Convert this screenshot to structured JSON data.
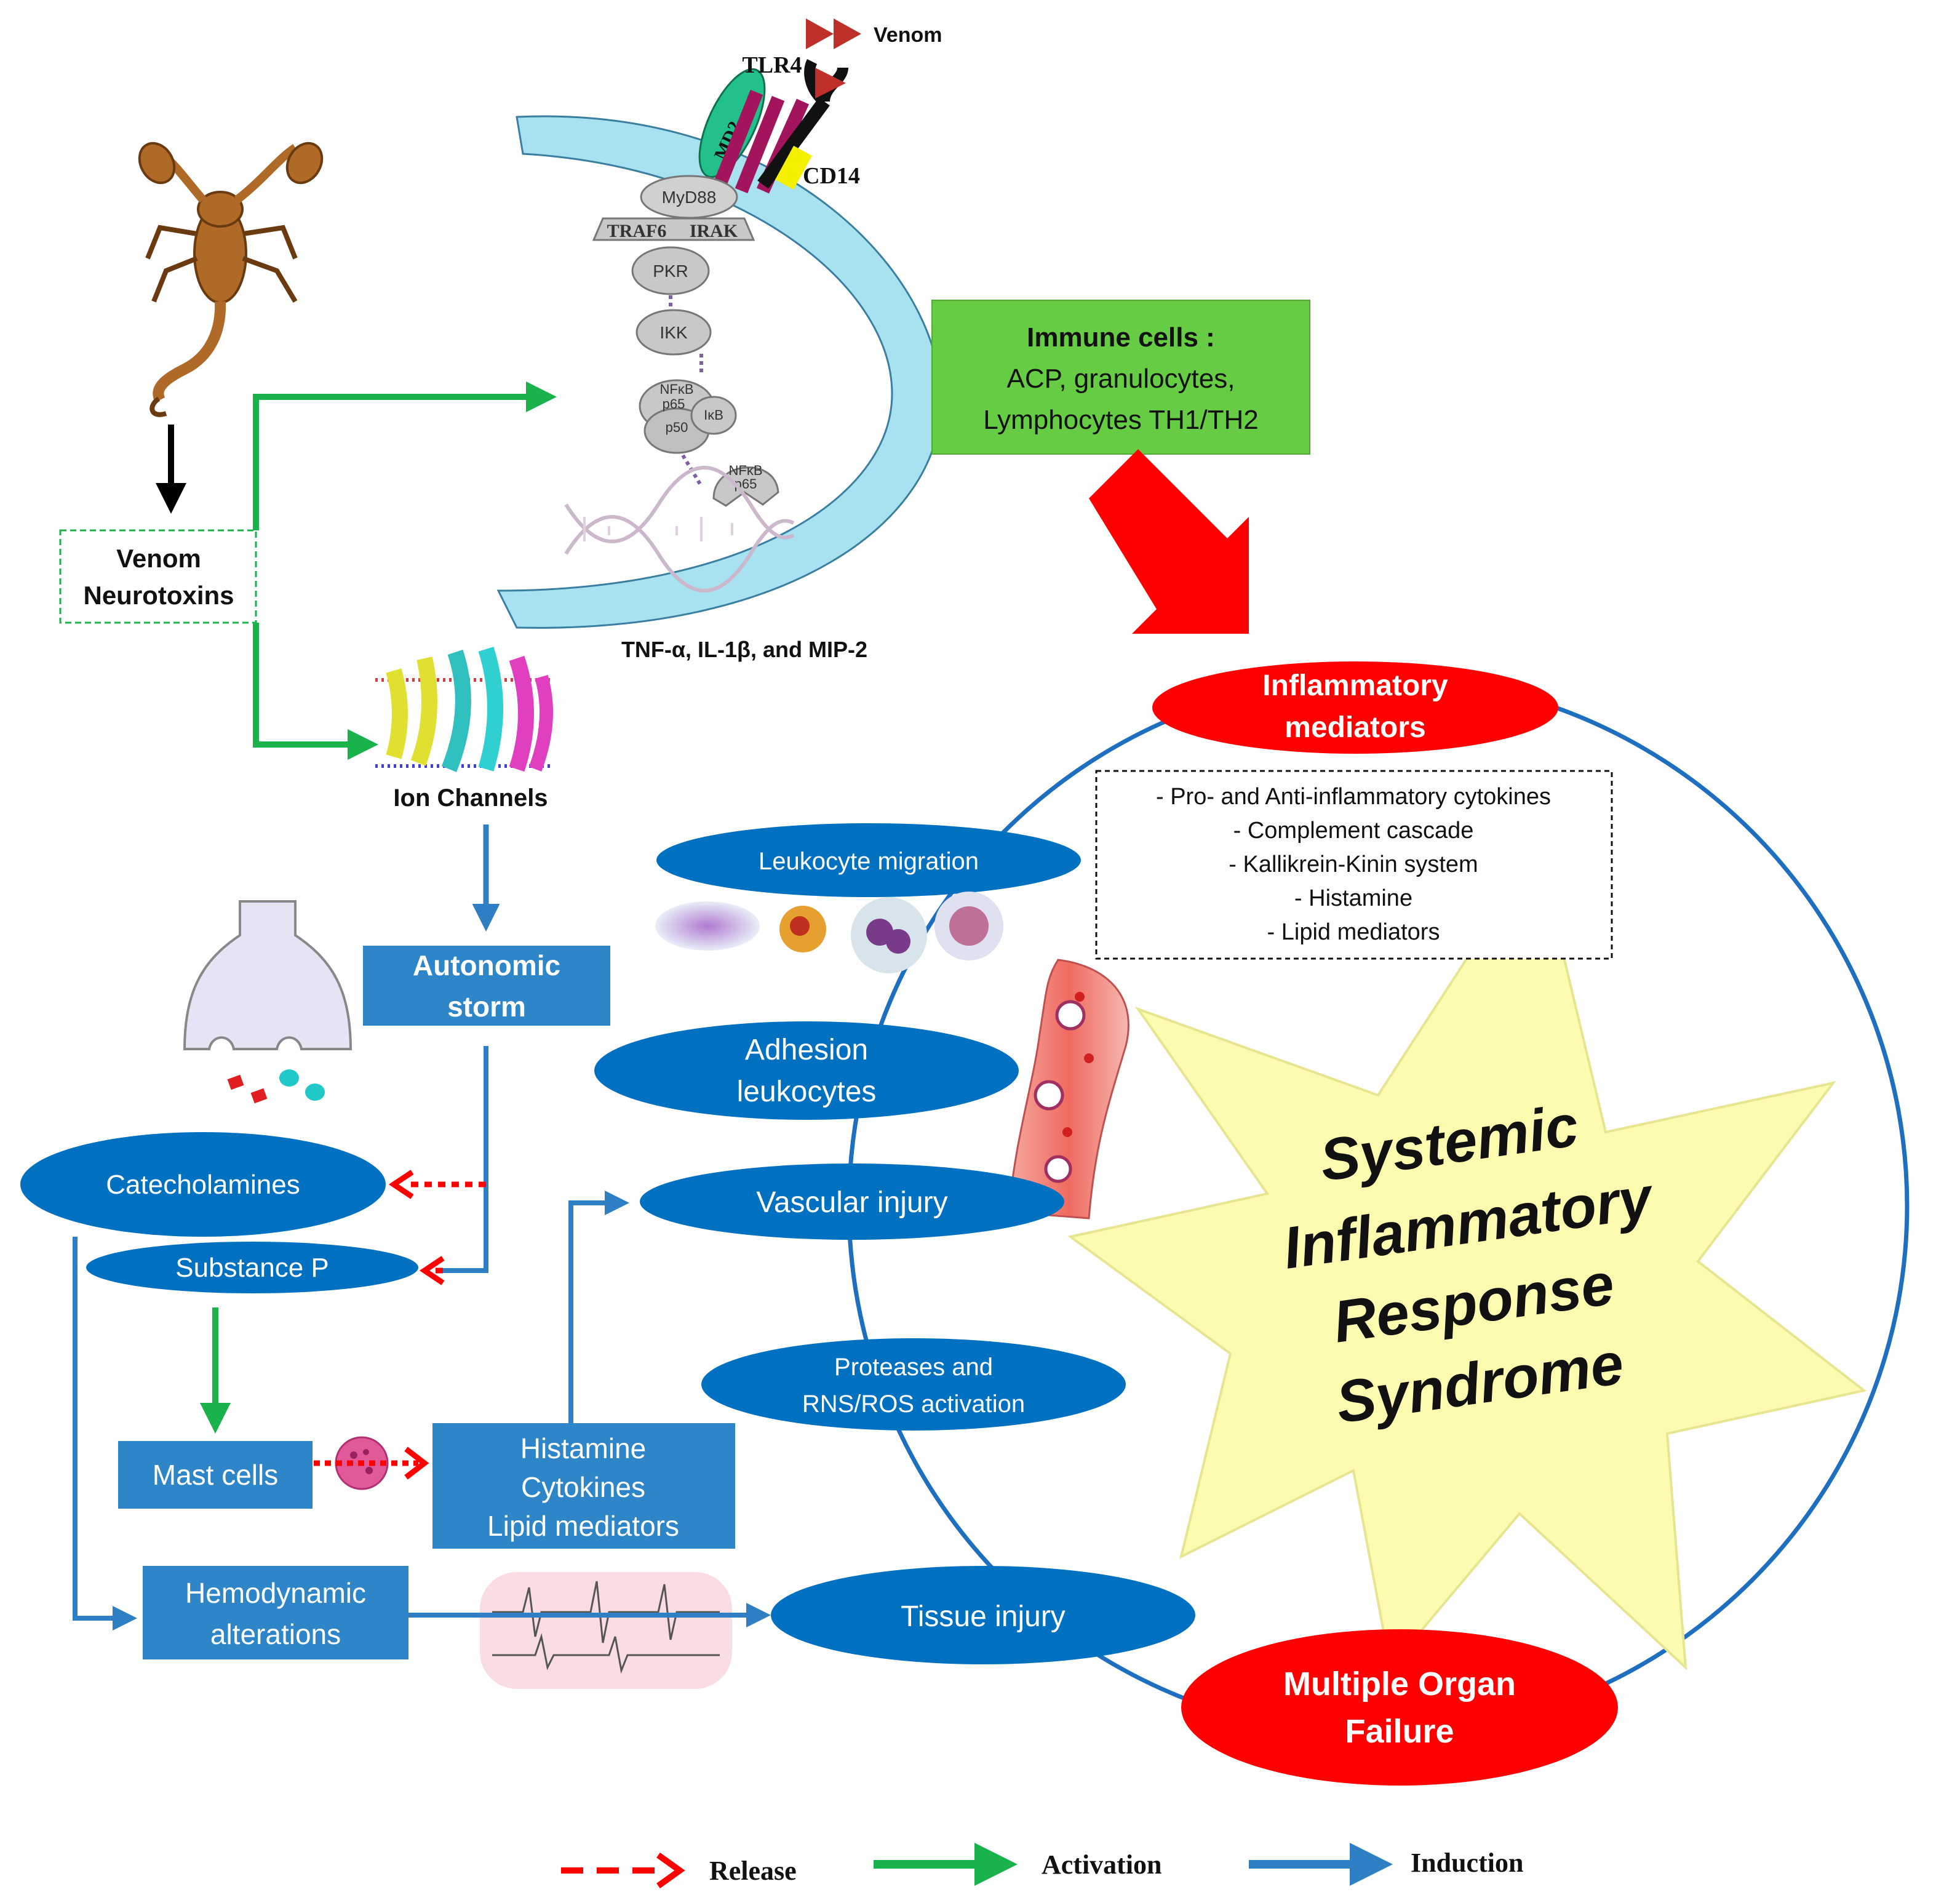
{
  "venom_label": "Venom",
  "receptor": {
    "tlr4": "TLR4",
    "md2": "MD2",
    "cd14": "CD14",
    "cascade": [
      "MyD88",
      "TRAF6",
      "IRAK",
      "PKR",
      "IKK",
      "NFκB",
      "p65",
      "p50",
      "IκB",
      "NFκB",
      "p65"
    ],
    "cytokines": "TNF-α, IL-1β, and MIP-2"
  },
  "immune_cells": {
    "title": "Immune cells :",
    "line1": "ACP, granulocytes,",
    "line2": "Lymphocytes TH1/TH2"
  },
  "venom_neurotoxins": [
    "Venom",
    "Neurotoxins"
  ],
  "ion_channels": "Ion Channels",
  "autonomic_storm": [
    "Autonomic",
    "storm"
  ],
  "catecholamines": "Catecholamines",
  "substance_p": "Substance P",
  "mast_cells": "Mast cells",
  "histamine_box": [
    "Histamine",
    "Cytokines",
    "Lipid  mediators"
  ],
  "hemodynamic": [
    "Hemodynamic",
    "alterations"
  ],
  "leukocyte_migration": "Leukocyte migration",
  "adhesion": [
    "Adhesion",
    "leukocytes"
  ],
  "vascular_injury": "Vascular injury",
  "proteases": [
    "Proteases and",
    "RNS/ROS  activation"
  ],
  "tissue_injury": "Tissue injury",
  "inflammatory_mediators": [
    "Inflammatory",
    "mediators"
  ],
  "mediator_list": [
    "- Pro- and Anti-inflammatory cytokines",
    "-  Complement cascade",
    "- Kallikrein-Kinin system",
    "- Histamine",
    "- Lipid mediators"
  ],
  "sirs": [
    "Systemic",
    "Inflammatory",
    "Response",
    "Syndrome"
  ],
  "mof": [
    "Multiple Organ",
    "Failure"
  ],
  "legend": {
    "release": "Release",
    "activation": "Activation",
    "induction": "Induction"
  },
  "colors": {
    "blue": "#0070c0",
    "box_blue": "#2e86c8",
    "red": "#ff0000",
    "green": "#19b24b",
    "immune_green": "#66cc44",
    "star": "#fdfbb0",
    "membrane": "#a8e2f0"
  }
}
